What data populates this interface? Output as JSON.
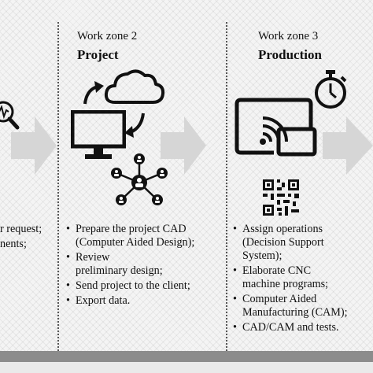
{
  "zones": {
    "zone1": {
      "fragments": [
        "r request;",
        "nents;"
      ]
    },
    "zone2": {
      "label": "Work zone 2",
      "title": "Project",
      "bullets": [
        "Prepare the project CAD",
        "(Computer Aided Design);",
        "Review",
        "preliminary design;",
        "Send project to the client;",
        "Export data."
      ]
    },
    "zone3": {
      "label": "Work zone 3",
      "title": "Production",
      "bullets": [
        "Assign operations",
        "(Decision Support",
        "System);",
        "Elaborate CNC",
        "machine programs;",
        "Computer Aided",
        "Manufacturing (CAM);",
        "CAD/CAM and tests."
      ]
    }
  },
  "icons": {
    "zone1": [
      "magnifier-chart-icon"
    ],
    "zone2": [
      "cycle-arrows-icon",
      "cloud-icon",
      "monitor-icon",
      "network-icon"
    ],
    "zone3": [
      "stopwatch-icon",
      "wireless-screen-icon",
      "qr-code-icon"
    ]
  },
  "colors": {
    "arrow": "#d6d6d6",
    "divider": "#555555",
    "bottom_bar": "#8c8c8c",
    "icon": "#111111"
  }
}
